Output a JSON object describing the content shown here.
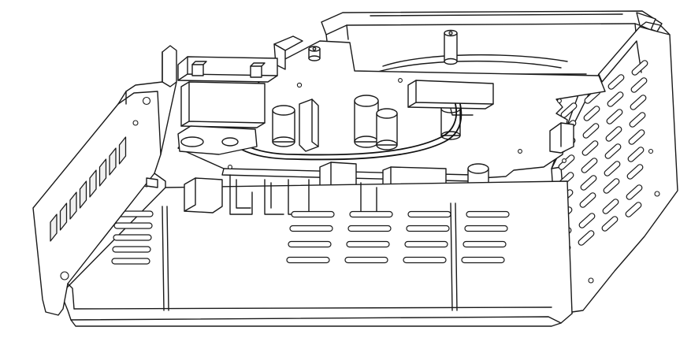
{
  "drawing": {
    "subject": "sheet-metal-chassis-assembly",
    "style": "black-line-isometric",
    "colors": {
      "background": "#ffffff",
      "line": "#1a1a1a",
      "shade": "#f0f0f0"
    },
    "features": {
      "floor_slot_grid": {
        "rows": 4,
        "columns": 4
      },
      "left_floor_slots": 5,
      "right_wall_slot_grid": {
        "rows": 9,
        "columns": 4
      },
      "front_bracket_windows": 8,
      "capacitors": 5
    }
  }
}
